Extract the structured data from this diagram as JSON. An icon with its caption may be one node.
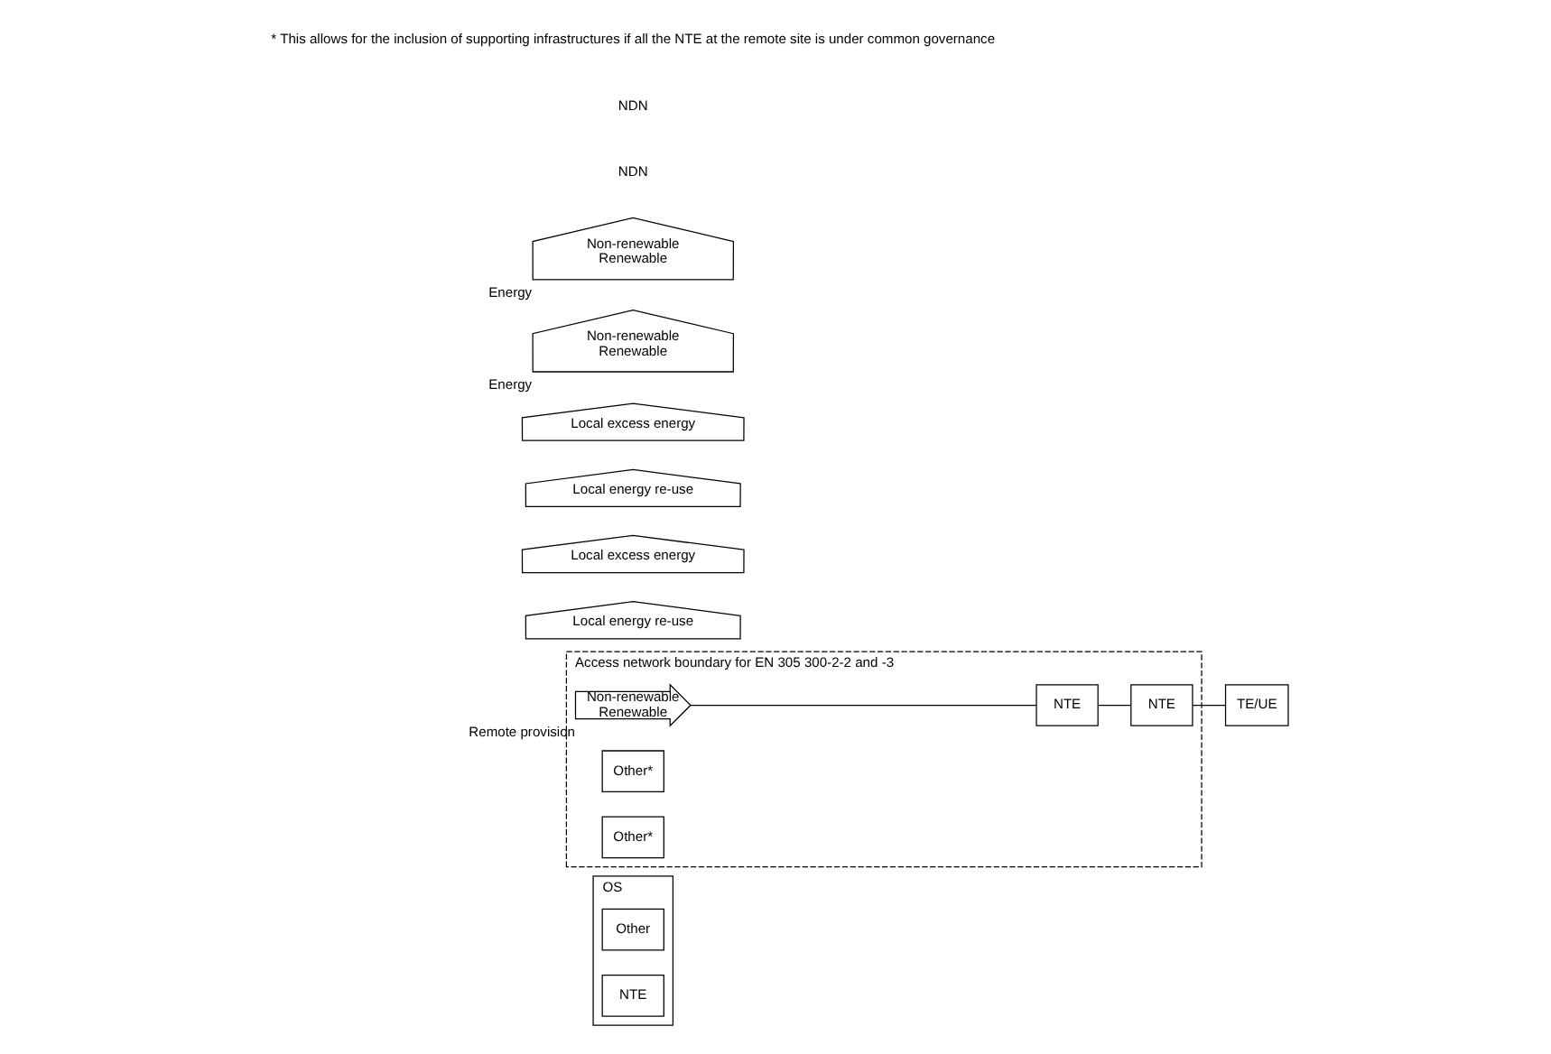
{
  "diagram": {
    "nodes": [
      {
        "text": [
          "OS"
        ]
      },
      {
        "text": [
          "Other"
        ],
        "in": 0
      },
      {
        "text": [
          "NTE"
        ],
        "in": 0
      },
      {
        "text": [
          "Access network boundary for EN 305 300-2-2 and -3"
        ]
      },
      {
        "text": [
          "Non-renewable",
          "Renewable"
        ],
        "beside": [
          "Remote provision"
        ],
        "in": 3
      },
      {
        "text": [
          "NTE"
        ],
        "in": 3
      },
      {
        "text": [
          "NTE"
        ],
        "in": 3
      },
      {
        "text": [
          "Other*"
        ],
        "in": 3
      },
      {
        "text": [
          "Other*"
        ],
        "in": 3
      },
      {
        "text": [
          "TE/UE"
        ]
      },
      {
        "text": [
          "Local energy re-use"
        ]
      },
      {
        "text": [
          "Local excess energy"
        ]
      },
      {
        "text": [
          "Local energy re-use"
        ]
      },
      {
        "text": [
          "Local excess energy"
        ]
      },
      {
        "text": [
          "Non-renewable",
          "Renewable"
        ],
        "beside": [
          "Energy"
        ]
      },
      {
        "text": [
          "Non-renewable",
          "Renewable"
        ],
        "beside": [
          "Energy"
        ]
      }
    ],
    "edges": [
      {
        "from": 4,
        "to": 5,
        "arrow": "none"
      },
      {
        "from": 5,
        "to": 6,
        "arrow": "none"
      },
      {
        "from": 6,
        "to": 9,
        "arrow": "none"
      }
    ],
    "labels": [
      "NDN",
      "NDN",
      "* This allows for the inclusion of supporting infrastructures if all the NTE at the remote site is under common governance"
    ]
  }
}
